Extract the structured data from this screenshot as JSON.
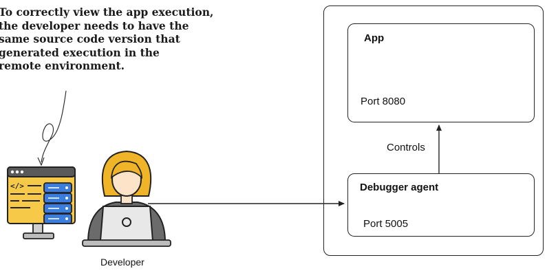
{
  "callout": {
    "lines": [
      "To correctly view the app execution,",
      "the developer needs to have the",
      "same source code version that",
      "generated execution in the",
      "remote environment."
    ]
  },
  "developer": {
    "label": "Developer"
  },
  "app": {
    "title": "App",
    "port": "Port 8080"
  },
  "agent": {
    "title": "Debugger agent",
    "port": "Port 5005"
  },
  "edges": {
    "controls_label": "Controls"
  },
  "icons": {
    "computer": "computer-code-icon",
    "database": "database-stack-icon",
    "person": "developer-avatar-icon"
  },
  "colors": {
    "stroke": "#222222",
    "monitor_screen": "#f7c948",
    "database_blue": "#3b7ddd",
    "hair": "#f0b429",
    "laptop": "#e8e8e8",
    "shirt": "#6b6b6b"
  }
}
